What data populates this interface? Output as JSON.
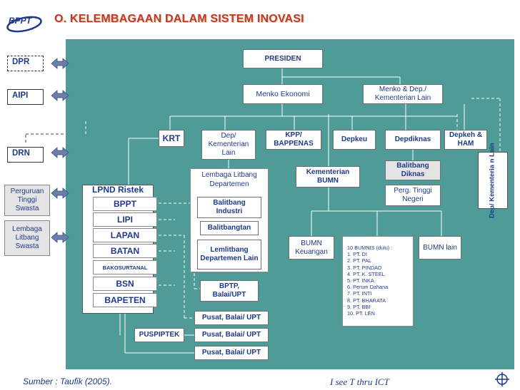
{
  "header": {
    "logo_text": "BPPT",
    "title": "O. KELEMBAGAAN DALAM SISTEM INOVASI"
  },
  "left": {
    "dpr": "DPR",
    "aipi": "AIPI",
    "drn": "DRN",
    "perguruan": "Perguruan Tinggi Swasta",
    "lembaga": "Lembaga Litbang Swasta"
  },
  "top": {
    "presiden": "PRESIDEN",
    "menko_ekonomi": "Menko Ekonomi",
    "menko_dep": "Menko & Dep./ Kementerian Lain"
  },
  "row": {
    "krt": "KRT",
    "dep_kem": "Dep/ Kementerian Lain",
    "kpp": "KPP/ BAPPENAS",
    "depkeu": "Depkeu",
    "depdiknas": "Depdiknas",
    "depkeh": "Depkeh & HAM",
    "dep_vert": "Dep/ Kementeria n Lain"
  },
  "lpnd": {
    "title": "LPND Ristek",
    "items": [
      "BPPT",
      "LIPI",
      "LAPAN",
      "BATAN",
      "BAKOSURTANAL",
      "BSN",
      "BAPETEN"
    ]
  },
  "lembaga_litbang": {
    "title": "Lembaga Litbang Departemen",
    "balitbang_industri": "Balitbang Industri",
    "balitbangtan": "Balitbangtan",
    "lemlitbang": "Lemlitbang Departemen Lain"
  },
  "bptp": "BPTP, Balai/UPT",
  "pusat": [
    "Pusat, Balai/ UPT",
    "Pusat, Balai/ UPT",
    "Pusat, Balai/ UPT"
  ],
  "puspiptek": "PUSPIPTEK",
  "kementerian_bumn": "Kementerian BUMN",
  "balitbang_diknas": "Balitbang Diknas",
  "perg_tinggi_negeri": "Perg. Tinggi Negeri",
  "bumn_keuangan": "BUMN Keuangan",
  "bumn_lain": "BUMN lain",
  "bumnis": {
    "heading": "10 BUMNIS (dulu) :",
    "items": [
      "1.  PT. DI",
      "2.  PT. PAL",
      "3.  PT. PINDAD",
      "4.  PT. K. STEEL",
      "5.  PT. INKA",
      "6.  Perum Dahana",
      "7.  PT. INTI",
      "8.  PT. BHARATA",
      "9.  PT. BBI",
      "10. PT. LEN"
    ]
  },
  "footer": {
    "source": "Sumber : Taufik (2005).",
    "tagline": "I see T thru ICT"
  },
  "colors": {
    "panel": "#4f9b97",
    "title": "#c0392b",
    "text": "#1f3a8a"
  }
}
